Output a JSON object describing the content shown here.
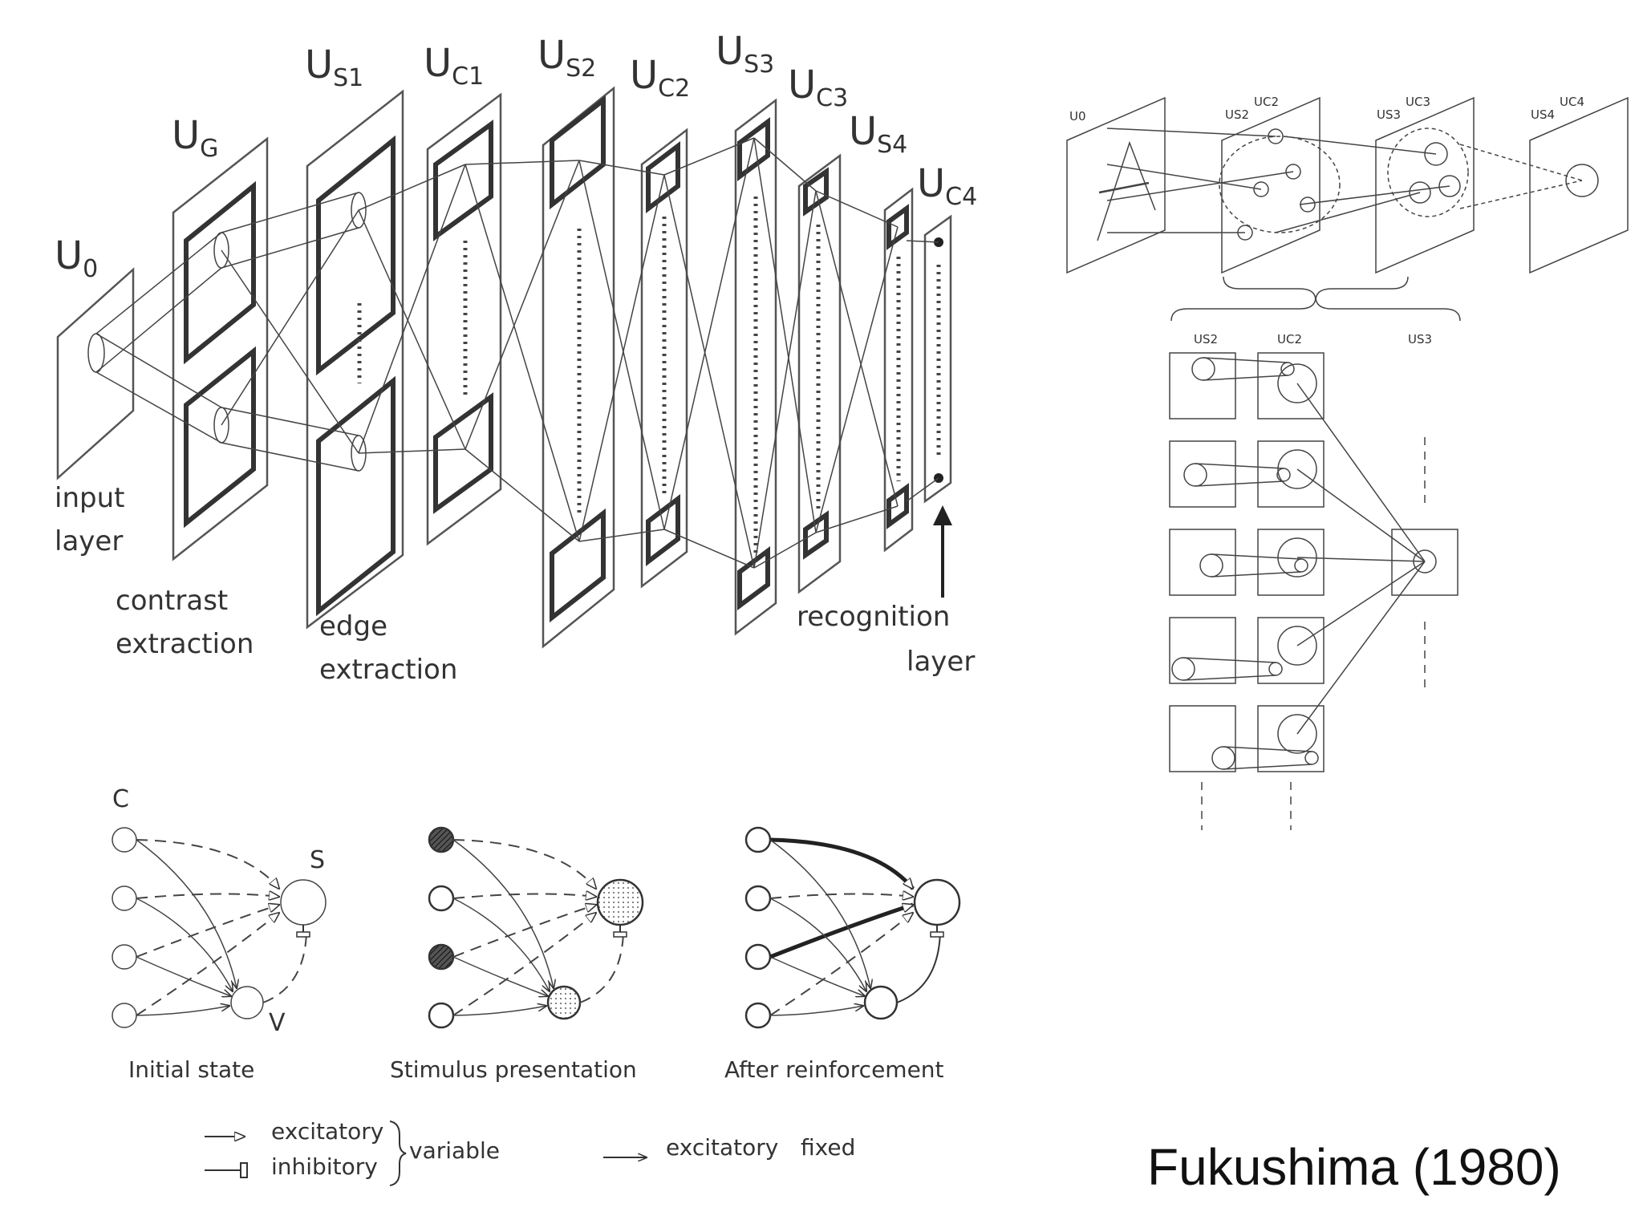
{
  "main_diagram": {
    "layers": [
      "U",
      "U",
      "U",
      "U",
      "U",
      "U",
      "U",
      "U",
      "U",
      "U"
    ],
    "subscripts": [
      "0",
      "G",
      "S1",
      "C1",
      "S2",
      "C2",
      "S3",
      "C3",
      "S4",
      "C4"
    ],
    "captions": {
      "input_line1": "input",
      "input_line2": "layer",
      "contrast_line1": "contrast",
      "contrast_line2": "extraction",
      "edge_line1": "edge",
      "edge_line2": "extraction",
      "recognition_line1": "recognition",
      "recognition_line2": "layer"
    }
  },
  "right_diagram": {
    "top_labels": [
      "U0",
      "US2",
      "UC2",
      "US3",
      "UC3",
      "US4",
      "UC4"
    ],
    "detail_labels": [
      "US2",
      "UC2",
      "US3"
    ]
  },
  "learning_diagram": {
    "node_c": "C",
    "node_s": "S",
    "node_v": "V",
    "panels": [
      "Initial state",
      "Stimulus presentation",
      "After reinforcement"
    ]
  },
  "legend": {
    "excitatory": "excitatory",
    "inhibitory": "inhibitory",
    "variable": "variable",
    "excitatory_fixed": "excitatory",
    "fixed": "fixed"
  },
  "credit": "Fukushima (1980)",
  "colors": {
    "ink": "#333333",
    "background": "#ffffff"
  }
}
